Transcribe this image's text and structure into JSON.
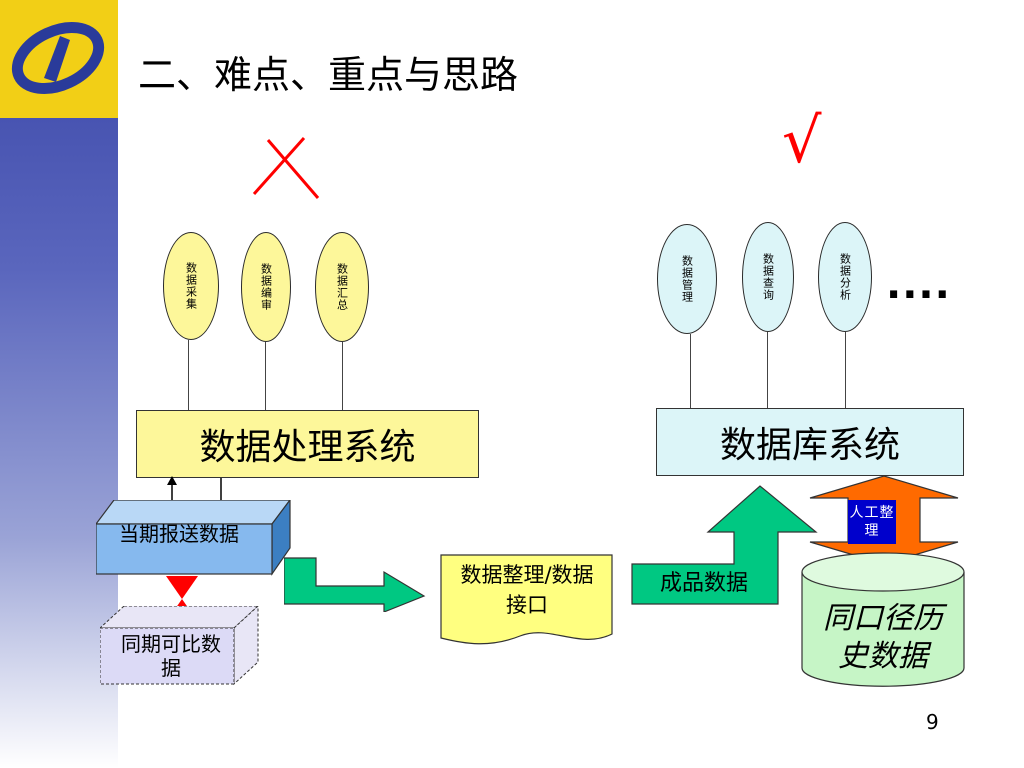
{
  "title": "二、难点、重点与思路",
  "marks": {
    "wrong": "cross-mark",
    "right": "√"
  },
  "left": {
    "ellipses": [
      "数据采集",
      "数据编审",
      "数据汇总"
    ],
    "system": "数据处理系统",
    "current_box": "当期报送数据",
    "comparable_box": "同期可比数据"
  },
  "middle": {
    "doc": "数据整理/数据接口",
    "product": "成品数据"
  },
  "right": {
    "ellipses": [
      "数据管理",
      "数据查询",
      "数据分析"
    ],
    "more": "....",
    "system": "数据库系统",
    "manual": "人工整理",
    "history": "同口径历史数据"
  },
  "page_number": "9",
  "colors": {
    "sidebar_top": "#3a46a8",
    "logo_bg": "#f2cf16",
    "yellow": "#fdf79a",
    "cyan": "#dcf5f8",
    "arrow_green": "#00c882",
    "cross_red": "#ff0000"
  }
}
